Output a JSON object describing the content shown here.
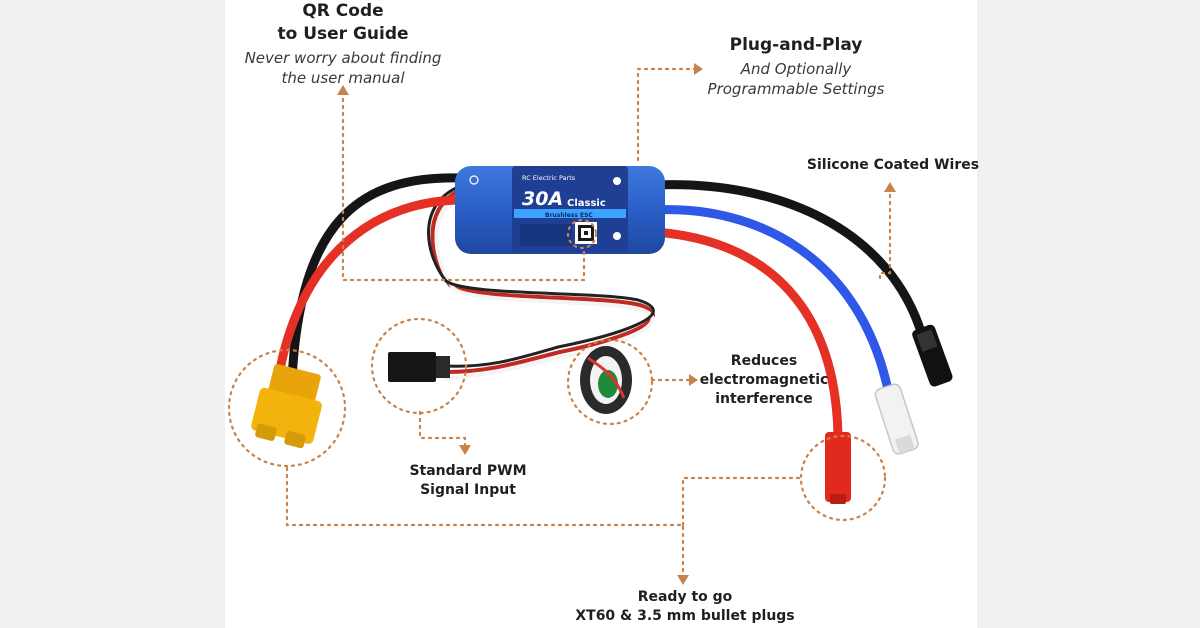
{
  "colors": {
    "callout": "#c7834a",
    "esc_body": "#2f63c9",
    "wire_red": "#e53125",
    "wire_blue": "#2f58e8",
    "wire_black": "#151515",
    "xt60": "#f2b40c"
  },
  "labels": {
    "qr": {
      "title_line1": "QR Code",
      "title_line2": "to User Guide",
      "sub_line1": "Never worry about finding",
      "sub_line2": "the user manual"
    },
    "plug": {
      "title": "Plug-and-Play",
      "sub_line1": "And Optionally",
      "sub_line2": "Programmable Settings"
    },
    "silicone": {
      "title": "Silicone Coated Wires"
    },
    "emi": {
      "line1": "Reduces",
      "line2": "electromagnetic",
      "line3": "interference"
    },
    "pwm": {
      "line1": "Standard PWM",
      "line2": "Signal Input"
    },
    "ready": {
      "line1": "Ready to go",
      "line2": "XT60 & 3.5 mm bullet plugs"
    }
  },
  "esc": {
    "model": "30A",
    "variant": "Classic",
    "subtitle": "Brushless ESC",
    "brand": "RC Electric Parts"
  }
}
